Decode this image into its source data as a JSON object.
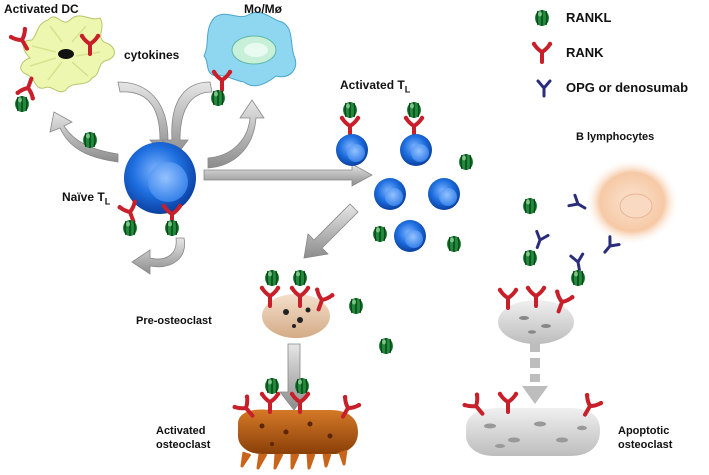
{
  "legend": {
    "rankl": "RANKL",
    "rank": "RANK",
    "opg": "OPG or denosumab"
  },
  "labels": {
    "activated_dc": "Activated DC",
    "mo_mo": "Mo/Mø",
    "cytokines": "cytokines",
    "activated_tl": "Activated T",
    "activated_tl_sub": "L",
    "naive_tl": "Naïve T",
    "naive_tl_sub": "L",
    "b_lymphocytes": "B lymphocytes",
    "pre_osteoclast": "Pre-osteoclast",
    "activated_osteoclast_1": "Activated",
    "activated_osteoclast_2": "osteoclast",
    "apoptotic_osteoclast_1": "Apoptotic",
    "apoptotic_osteoclast_2": "osteoclast"
  },
  "colors": {
    "rankl_green": "#1f8a3a",
    "rank_red": "#c8202a",
    "opg_navy": "#2a2d7a",
    "tcell_blue": "#1e6fe0",
    "dc_yellow": "#eef7b0",
    "macrophage_cyan": "#8fd6f0",
    "b_cell_peach": "#f6c9a6",
    "pre_osteoclast_tan": "#e8cbb0",
    "osteoclast_brown": "#b65a12",
    "apoptotic_grey": "#d8d8d8",
    "arrow_grey": "#9a9a9a"
  }
}
